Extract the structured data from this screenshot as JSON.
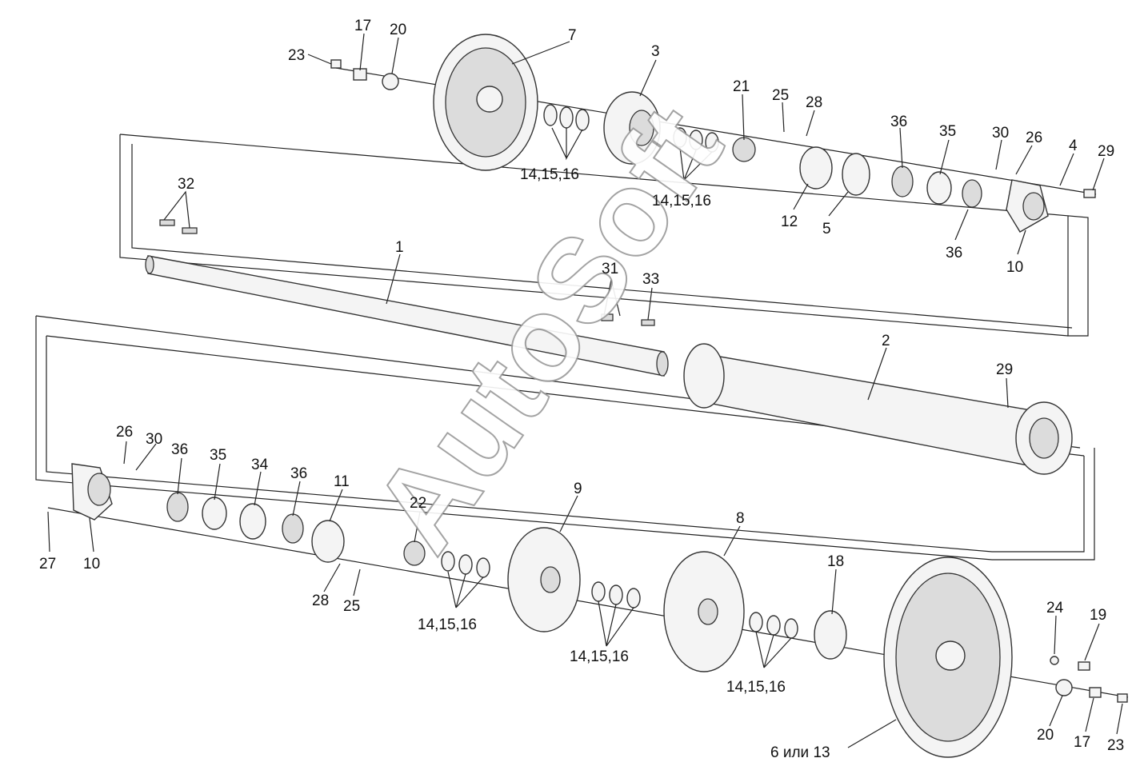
{
  "watermark": "AutoSoft",
  "labels": [
    {
      "id": "l17a",
      "text": "17"
    },
    {
      "id": "l20a",
      "text": "20"
    },
    {
      "id": "l23a",
      "text": "23"
    },
    {
      "id": "l7",
      "text": "7"
    },
    {
      "id": "l3",
      "text": "3"
    },
    {
      "id": "l21",
      "text": "21"
    },
    {
      "id": "l25a",
      "text": "25"
    },
    {
      "id": "l28a",
      "text": "28"
    },
    {
      "id": "l36a",
      "text": "36"
    },
    {
      "id": "l35a",
      "text": "35"
    },
    {
      "id": "l30a",
      "text": "30"
    },
    {
      "id": "l26a",
      "text": "26"
    },
    {
      "id": "l4",
      "text": "4"
    },
    {
      "id": "l29a",
      "text": "29"
    },
    {
      "id": "lseal1",
      "text": "14,15,16"
    },
    {
      "id": "lseal2",
      "text": "14,15,16"
    },
    {
      "id": "l32",
      "text": "32"
    },
    {
      "id": "l12",
      "text": "12"
    },
    {
      "id": "l5",
      "text": "5"
    },
    {
      "id": "l36b",
      "text": "36"
    },
    {
      "id": "l10a",
      "text": "10"
    },
    {
      "id": "l1",
      "text": "1"
    },
    {
      "id": "l31",
      "text": "31"
    },
    {
      "id": "l33",
      "text": "33"
    },
    {
      "id": "l2",
      "text": "2"
    },
    {
      "id": "l29b",
      "text": "29"
    },
    {
      "id": "l26b",
      "text": "26"
    },
    {
      "id": "l30b",
      "text": "30"
    },
    {
      "id": "l36c",
      "text": "36"
    },
    {
      "id": "l35b",
      "text": "35"
    },
    {
      "id": "l34",
      "text": "34"
    },
    {
      "id": "l36d",
      "text": "36"
    },
    {
      "id": "l11",
      "text": "11"
    },
    {
      "id": "l22",
      "text": "22"
    },
    {
      "id": "l9",
      "text": "9"
    },
    {
      "id": "l8",
      "text": "8"
    },
    {
      "id": "l18",
      "text": "18"
    },
    {
      "id": "l27",
      "text": "27"
    },
    {
      "id": "l10b",
      "text": "10"
    },
    {
      "id": "l28b",
      "text": "28"
    },
    {
      "id": "l25b",
      "text": "25"
    },
    {
      "id": "lseal3",
      "text": "14,15,16"
    },
    {
      "id": "lseal4",
      "text": "14,15,16"
    },
    {
      "id": "lseal5",
      "text": "14,15,16"
    },
    {
      "id": "l24",
      "text": "24"
    },
    {
      "id": "l19",
      "text": "19"
    },
    {
      "id": "l20b",
      "text": "20"
    },
    {
      "id": "l17b",
      "text": "17"
    },
    {
      "id": "l23b",
      "text": "23"
    },
    {
      "id": "l6or13",
      "text": "6 или 13"
    }
  ]
}
